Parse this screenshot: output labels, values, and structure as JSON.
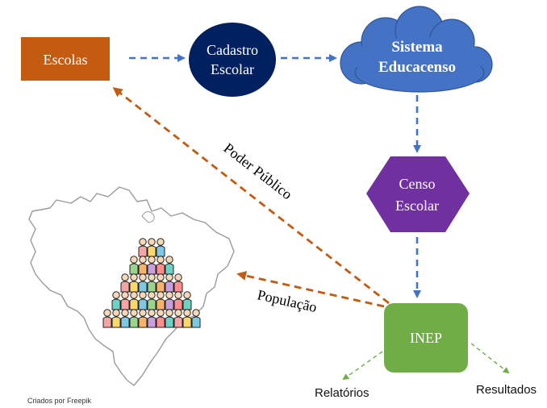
{
  "nodes": {
    "escolas": "Escolas",
    "cadastro_line1": "Cadastro",
    "cadastro_line2": "Escolar",
    "sistema_line1": "Sistema",
    "sistema_line2": "Educacenso",
    "censo_line1": "Censo",
    "censo_line2": "Escolar",
    "inep": "INEP"
  },
  "edges": {
    "poder_publico": "Poder Público",
    "populacao": "População",
    "relatorios": "Relatórios",
    "resultados": "Resultados"
  },
  "credit": "Criados por Freepik",
  "colors": {
    "escolas_fill": "#c55a11",
    "cadastro_fill": "#002060",
    "sistema_fill": "#4472c4",
    "censo_fill": "#7030a0",
    "inep_fill": "#70ad47",
    "blue_arrow": "#4472c4",
    "orange_arrow": "#c55a11",
    "green_arrow": "#70ad47"
  },
  "icons": {
    "map": "brazil-map-icon",
    "people": "crowd-people-icon"
  }
}
